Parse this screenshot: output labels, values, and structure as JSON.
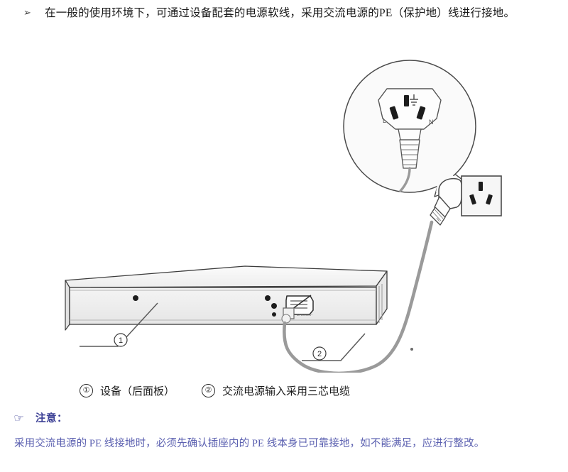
{
  "intro": {
    "bullet_glyph": "➢",
    "text": "在一般的使用环境下，可通过设备配套的电源软线，采用交流电源的PE（保护地）线进行接地。"
  },
  "illustration": {
    "callout_plug": {
      "label_live": "L",
      "label_neutral": "N",
      "ground_symbol": "⏚"
    },
    "device_marker": "①",
    "cable_marker": "②"
  },
  "legend": {
    "items": [
      {
        "marker": "①",
        "label": "设备（后面板）"
      },
      {
        "marker": "②",
        "label": "交流电源输入采用三芯电缆"
      }
    ]
  },
  "note": {
    "hand_glyph": "☞",
    "heading": "注意：",
    "body": "采用交流电源的 PE 线接地时，必须先确认插座内的 PE 线本身已可靠接地，如不能满足，应进行整改。"
  },
  "colors": {
    "note_heading": "#3b3f95",
    "note_body": "#5b60b0",
    "line": "#4a4a4a",
    "cable": "#9a9a9a",
    "chassis_fill": "#f2f2f2"
  }
}
